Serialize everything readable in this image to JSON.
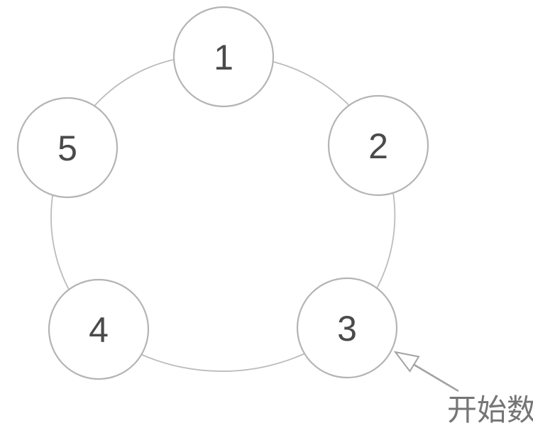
{
  "diagram": {
    "type": "ring-of-nodes",
    "nodes": [
      {
        "label": "1"
      },
      {
        "label": "2"
      },
      {
        "label": "3"
      },
      {
        "label": "4"
      },
      {
        "label": "5"
      }
    ],
    "annotation": {
      "label": "开始数",
      "points_to_node": "3"
    },
    "colors": {
      "background": "#ffffff",
      "circle_stroke": "#b4b4b4",
      "ring_stroke": "#bcbcbc",
      "number_text": "#4a4a4a",
      "annotation_text": "#757575",
      "arrow": "#a3a3a3"
    }
  }
}
